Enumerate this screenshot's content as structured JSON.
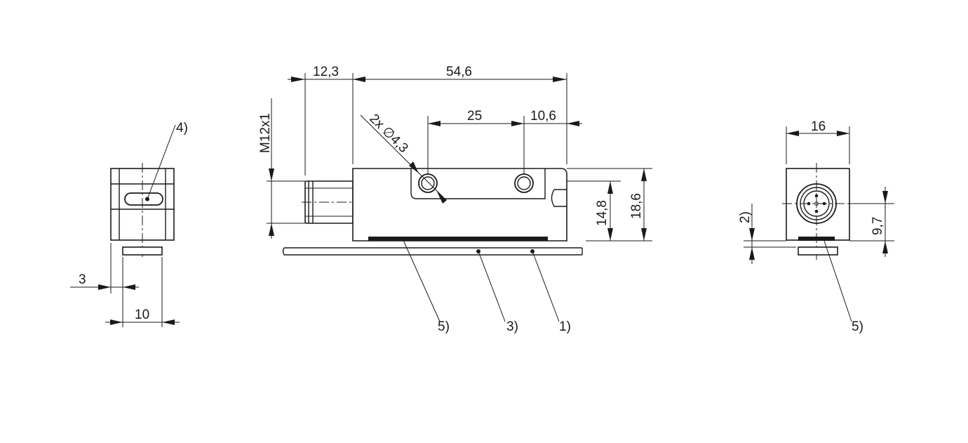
{
  "dimensions": {
    "left_offset": "3",
    "left_width": "10",
    "connector_length": "12,3",
    "overall_length": "54,6",
    "hole_spacing": "25",
    "hole_end_offset": "10,6",
    "thread": "M12x1",
    "holes": "2x ∅4,3",
    "height_inner": "14,8",
    "height_outer": "18,6",
    "right_width": "16",
    "right_gap": "2)",
    "right_height": "9,7"
  },
  "callouts": {
    "c1": "1)",
    "c3": "3)",
    "c4": "4)",
    "c5_front": "5)",
    "c5_side": "5)"
  }
}
